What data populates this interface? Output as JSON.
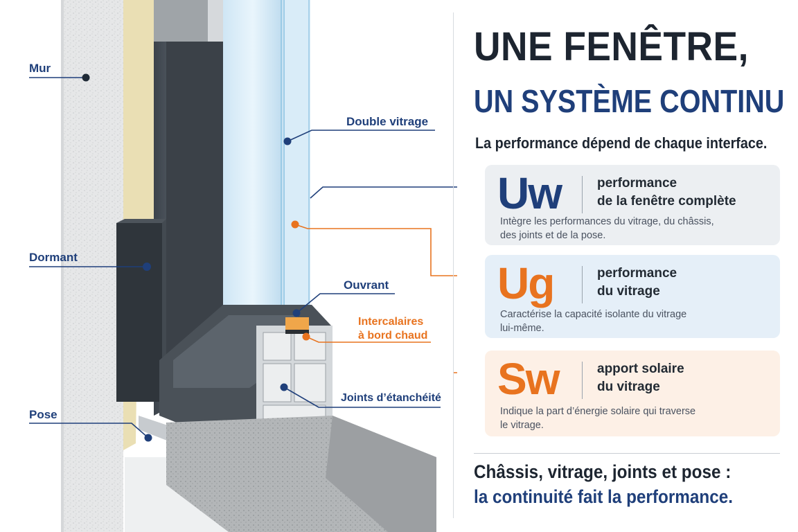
{
  "title": {
    "line1": "UNE FENÊTRE,",
    "line2": "UN SYSTÈME CONTINU",
    "subtitle": "La performance dépend de chaque interface."
  },
  "diagram_labels": {
    "mur": "Mur",
    "dormant": "Dormant",
    "pose": "Pose",
    "double_vitrage": "Double vitrage",
    "ouvrant": "Ouvrant",
    "intercalaires_line1": "Intercalaires",
    "intercalaires_line2": "à bord chaud",
    "joints": "Joints d’étanchéité"
  },
  "cards": [
    {
      "symbol": "Uw",
      "title_line1": "performance",
      "title_line2": "de la fenêtre complète",
      "desc_line1": "Intègre les performances du vitrage, du châssis,",
      "desc_line2": "des joints et de la pose.",
      "accent": "#1f3f7a"
    },
    {
      "symbol": "Ug",
      "title_line1": "performance",
      "title_line2": "du vitrage",
      "desc_line1": "Caractérise la capacité isolante du vitrage",
      "desc_line2": "lui-même.",
      "accent": "#e8731f"
    },
    {
      "symbol": "Sw",
      "title_line1": "apport solaire",
      "title_line2": "du vitrage",
      "desc_line1": "Indique la part d’énergie solaire qui traverse",
      "desc_line2": "le vitrage.",
      "accent": "#e8731f"
    }
  ],
  "footer": {
    "line1": "Châssis, vitrage, joints et pose :",
    "line2": "la continuité fait la performance."
  },
  "colors": {
    "navy": "#1f3f7a",
    "orange": "#e8731f",
    "dark_text": "#1d2530"
  }
}
